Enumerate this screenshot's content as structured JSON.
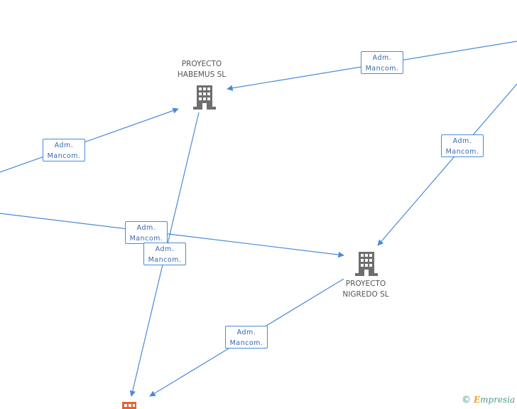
{
  "nodes": {
    "habemus": {
      "line1": "PROYECTO",
      "line2": "HABEMUS SL"
    },
    "nigredo": {
      "line1": "PROYECTO",
      "line2": "NIGREDO SL"
    }
  },
  "edge_labels": [
    {
      "line1": "Adm.",
      "line2": "Mancom."
    },
    {
      "line1": "Adm.",
      "line2": "Mancom."
    },
    {
      "line1": "Adm.",
      "line2": "Mancom."
    },
    {
      "line1": "Adm.",
      "line2": "Mancom."
    },
    {
      "line1": "Adm.",
      "line2": "Mancom."
    },
    {
      "line1": "Adm.",
      "line2": "Mancom."
    }
  ],
  "watermark": {
    "copyright": "©",
    "brand_e": "E",
    "brand_rest": "mpresia"
  },
  "colors": {
    "edge": "#4a8ad8",
    "building": "#6e6e6e",
    "building_focus": "#e8612c"
  }
}
